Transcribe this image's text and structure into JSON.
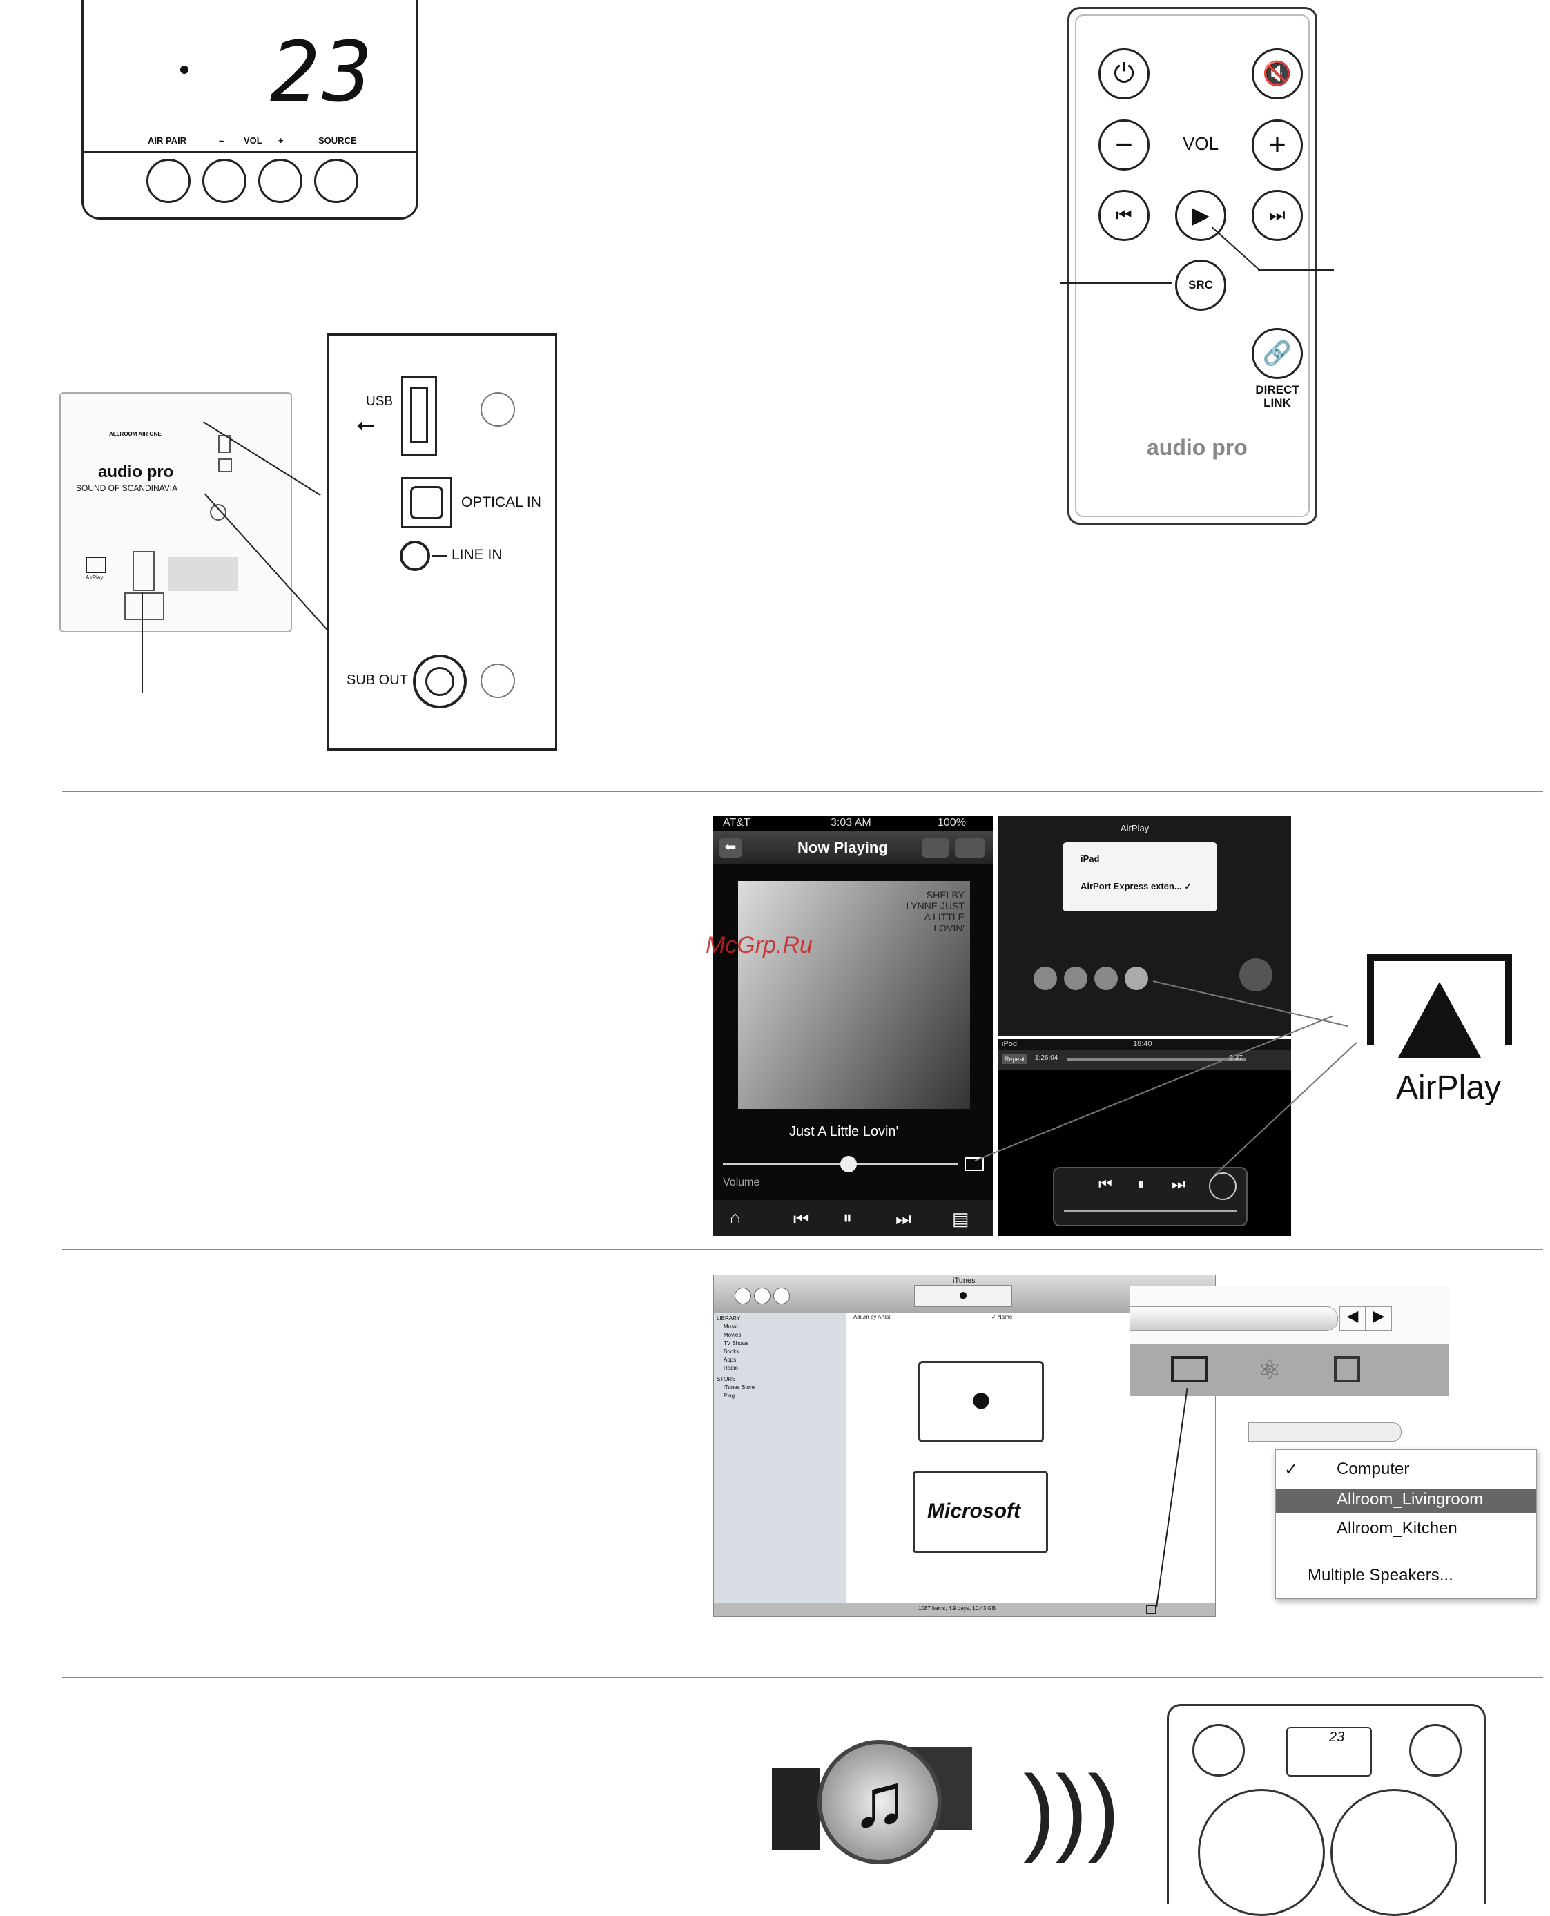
{
  "panel": {
    "display": "23",
    "labels": [
      "AIR PAIR",
      "–",
      "VOL",
      "+",
      "SOURCE"
    ]
  },
  "rear": {
    "brand": "audio pro",
    "tagline": "SOUND OF SCANDINAVIA",
    "model": "ALLROOM AIR ONE",
    "airplay_label": "AirPlay",
    "zoom": {
      "usb": "USB",
      "optical": "OPTICAL IN",
      "line": "LINE IN",
      "sub": "SUB OUT"
    }
  },
  "remote": {
    "vol": "VOL",
    "src": "SRC",
    "direct_link": "DIRECT LINK",
    "brand": "audio pro"
  },
  "iphone": {
    "status_carrier": "AT&T",
    "status_time": "3:03 AM",
    "status_battery": "100%",
    "title": "Now Playing",
    "album_text": "SHELBY LYNNE JUST A LITTLE LOVIN'",
    "song": "Just A Little Lovin'",
    "volume_label": "Volume"
  },
  "ipad_menu": {
    "title": "AirPlay",
    "items": [
      "iPad",
      "AirPort Express exten... ✓"
    ]
  },
  "ipod": {
    "status_left": "iPod",
    "time": "18:40",
    "elapsed": "1:26:04",
    "remaining": "-5:37",
    "repeat": "Repeat"
  },
  "watermark": "McGrp.Ru",
  "airplay_logo": "AirPlay",
  "itunes": {
    "title": "iTunes",
    "sidebar": [
      "LIBRARY",
      "Music",
      "Movies",
      "TV Shows",
      "Books",
      "Apps",
      "Radio",
      "STORE",
      "iTunes Store",
      "Ping"
    ],
    "col1": "Album by Artist",
    "col2": "✓ Name",
    "microsoft": "Microsoft",
    "status": "1087 items, 4.9 days, 10.43 GB",
    "speaker_menu": [
      "Computer",
      "Allroom_Livingroom",
      "Allroom_Kitchen",
      "Multiple Speakers..."
    ],
    "checked": "✓"
  },
  "speaker_display": "23"
}
